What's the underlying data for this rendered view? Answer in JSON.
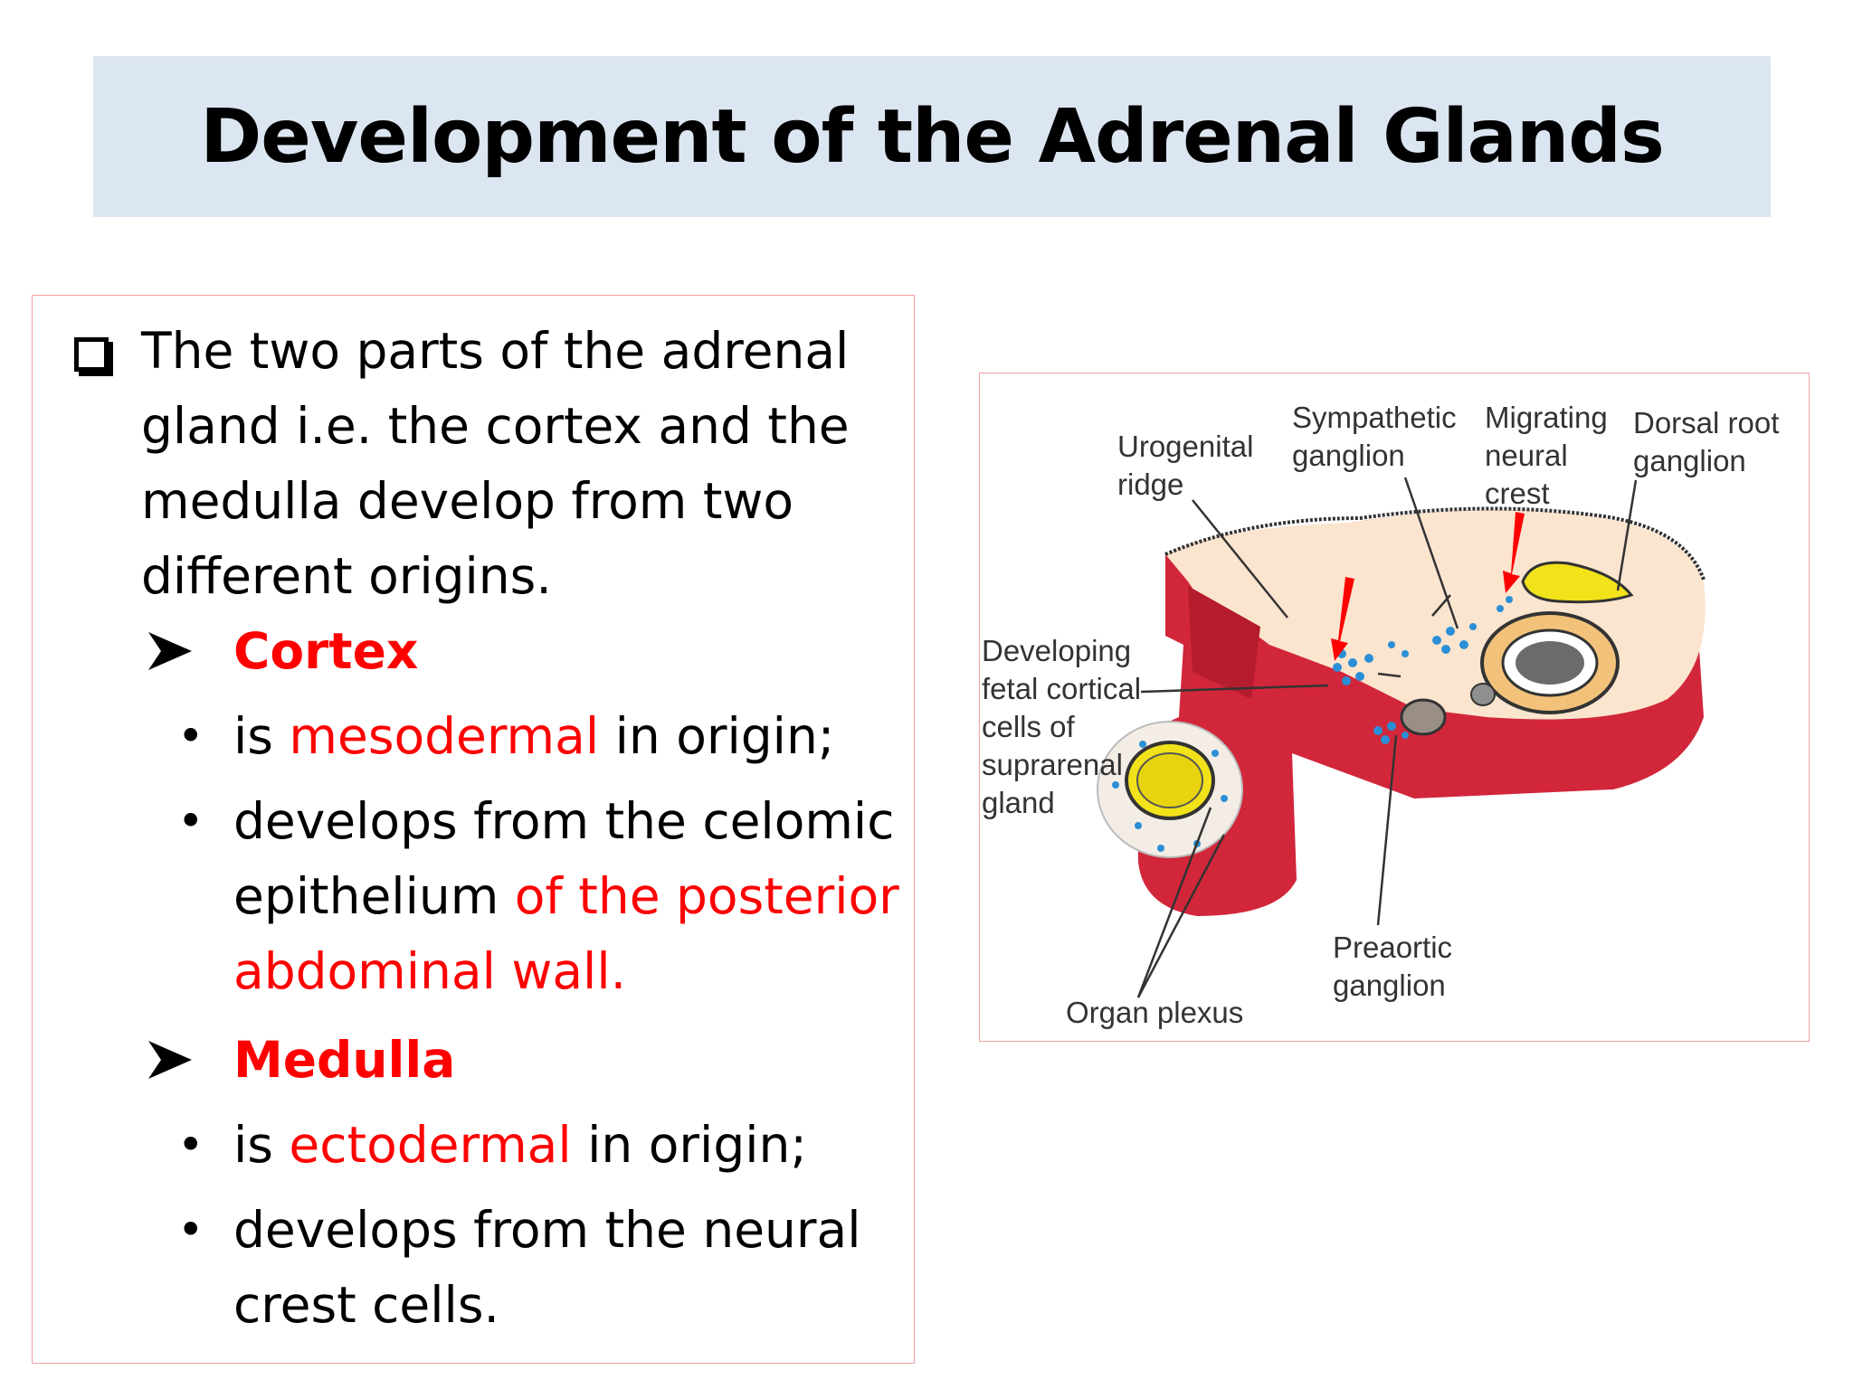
{
  "title": "Development of the Adrenal Glands",
  "intro": "The two parts of the adrenal gland i.e. the cortex and the medulla develop from two different origins.",
  "cortex": {
    "heading": "Cortex",
    "origin_prefix": "is ",
    "origin_highlight": "mesodermal",
    "origin_suffix": " in origin;",
    "develops_plain": "develops from the celomic epithelium ",
    "develops_highlight": "of the posterior abdominal wall."
  },
  "medulla": {
    "heading": "Medulla",
    "origin_prefix": "is ",
    "origin_highlight": "ectodermal",
    "origin_suffix": " in origin;",
    "develops_plain": "develops from the neural crest cells."
  },
  "figure_labels": {
    "urogenital_1": "Urogenital",
    "urogenital_2": "ridge",
    "sympathetic_1": "Sympathetic",
    "sympathetic_2": "ganglion",
    "migrating_1": "Migrating",
    "migrating_2": "neural",
    "migrating_3": "crest",
    "dorsal_1": "Dorsal root",
    "dorsal_2": "ganglion",
    "developing_1": "Developing",
    "developing_2": "fetal cortical",
    "developing_3": "cells of",
    "developing_4": "suprarenal",
    "developing_5": "gland",
    "preaortic_1": "Preaortic",
    "preaortic_2": "ganglion",
    "organ_plexus": "Organ plexus"
  },
  "colors": {
    "highlight": "#ff0000",
    "title_band": "#dce6f2",
    "tissue_red": "#d2263a",
    "tissue_top": "#fbe5cf",
    "neural_crest_cells": "#2a8fd6",
    "dorsal_ganglion": "#f2e21a"
  },
  "icons": [
    "checkbox-bullet-icon",
    "arrow-bullet-icon",
    "dot-bullet-icon",
    "red-pointer-arrow-icon"
  ]
}
